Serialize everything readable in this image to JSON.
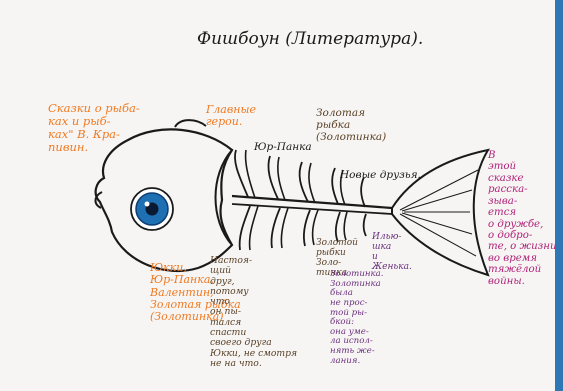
{
  "title": "Фишбоун (Литература).",
  "fish_head": {
    "label": "Сказки о рыба-\nках и рыб-\nках\" В. Кра-\nпивин."
  },
  "ribs": {
    "top_1": "Главные\nгерои.",
    "top_2": "Юр-Панка",
    "top_3": "Золотая\nрыбка\n(Золотинка)",
    "top_4": "Новые друзья.",
    "bottom_1": "Юкки,\nЮр-Панка,\nВалентин,\nЗолотая рыбка\n(Золотинка)",
    "bottom_2": "Настоя-\nщий\nдруг,\nпотому\nчто\nон пы-\nтался\nспасти\nсвоего друга\nЮкки, не смотря\nне на что.",
    "bottom_3": "Золотой\nрыбки\nЗоло-\nтинка",
    "bottom_4": "Илью-\nшка\nи\nЖенька.",
    "bottom_5": "Золотинка.\nЗолотинка\nбыла\nне прос-\nтой ры-\nбкой:\nона уме-\nла испол-\nнять же-\nлания."
  },
  "fish_tail": {
    "label": "В\nэтой\nсказке\nрасска-\nзыва-\nется\nо дружбе,\nо добро-\nте, о жизни\nво время\nтяжёлой\nвойны."
  },
  "colors": {
    "ink": "#1a1a1a",
    "orange": "#f07a22",
    "brown": "#5a4128",
    "purple": "#6b2f7e",
    "magenta": "#b0227a",
    "eye_blue": "#1f6fb3",
    "frame_blue": "#2f76b4"
  }
}
